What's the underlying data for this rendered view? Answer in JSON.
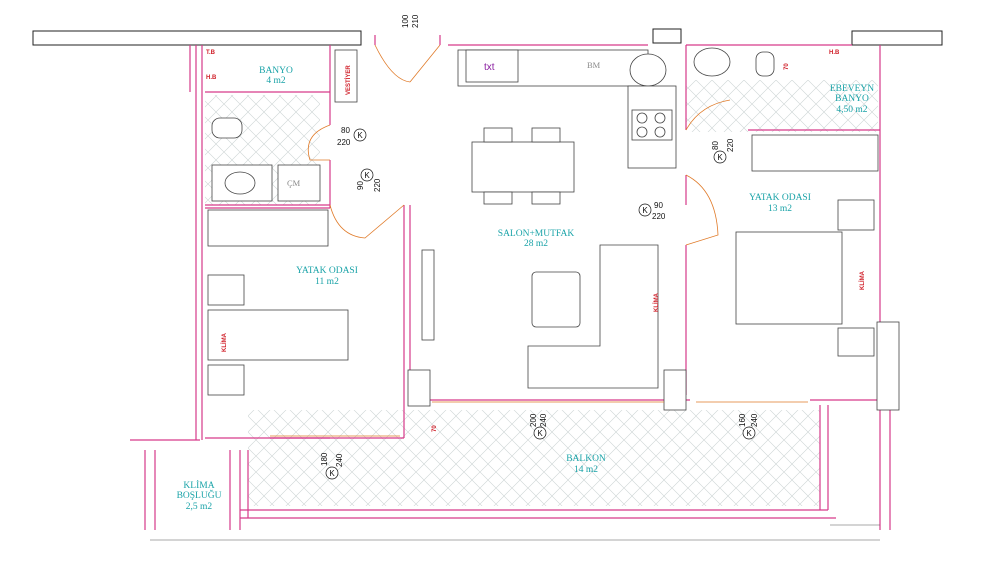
{
  "rooms": {
    "banyo": {
      "name": "BANYO",
      "area": "4 m2"
    },
    "salon": {
      "name": "SALON+MUTFAK",
      "area": "28  m2"
    },
    "yatak1": {
      "name": "YATAK ODASI",
      "area": "11 m2"
    },
    "yatak2": {
      "name": "YATAK ODASI",
      "area": "13 m2"
    },
    "ebeveyn": {
      "name": "EBEVEYN",
      "name2": "BANYO",
      "area": "4,50 m2"
    },
    "balkon": {
      "name": "BALKON",
      "area": "14 m2"
    },
    "klima_boslugu": {
      "name": "KLİMA",
      "name2": "BOŞLUĞU",
      "area": "2,5 m2"
    }
  },
  "tags": {
    "tb": "T.B",
    "hb_left": "H.B",
    "hb_right": "H.B",
    "vestiyer": "VESTİYER",
    "cm": "ÇM",
    "bm": "BM",
    "txt": "txt",
    "klima": "KLİMA",
    "seventy": "70"
  },
  "doors": {
    "entry": {
      "w": "100",
      "h": "210"
    },
    "banyo": {
      "w": "80",
      "h": "220"
    },
    "yatak1": {
      "w": "90",
      "h": "220"
    },
    "yatak2": {
      "w": "90",
      "h": "220"
    },
    "ebeveyn": {
      "w": "80",
      "h": "220"
    },
    "balkon_mid": {
      "w": "200",
      "h": "240"
    },
    "balkon_right": {
      "w": "160",
      "h": "240"
    },
    "balkon_left": {
      "w": "180",
      "h": "240"
    },
    "k": "K"
  },
  "colors": {
    "wall": "#d63a8a",
    "label": "#1aa3a8",
    "tag": "#d0202a",
    "door": "#e07b2a"
  }
}
